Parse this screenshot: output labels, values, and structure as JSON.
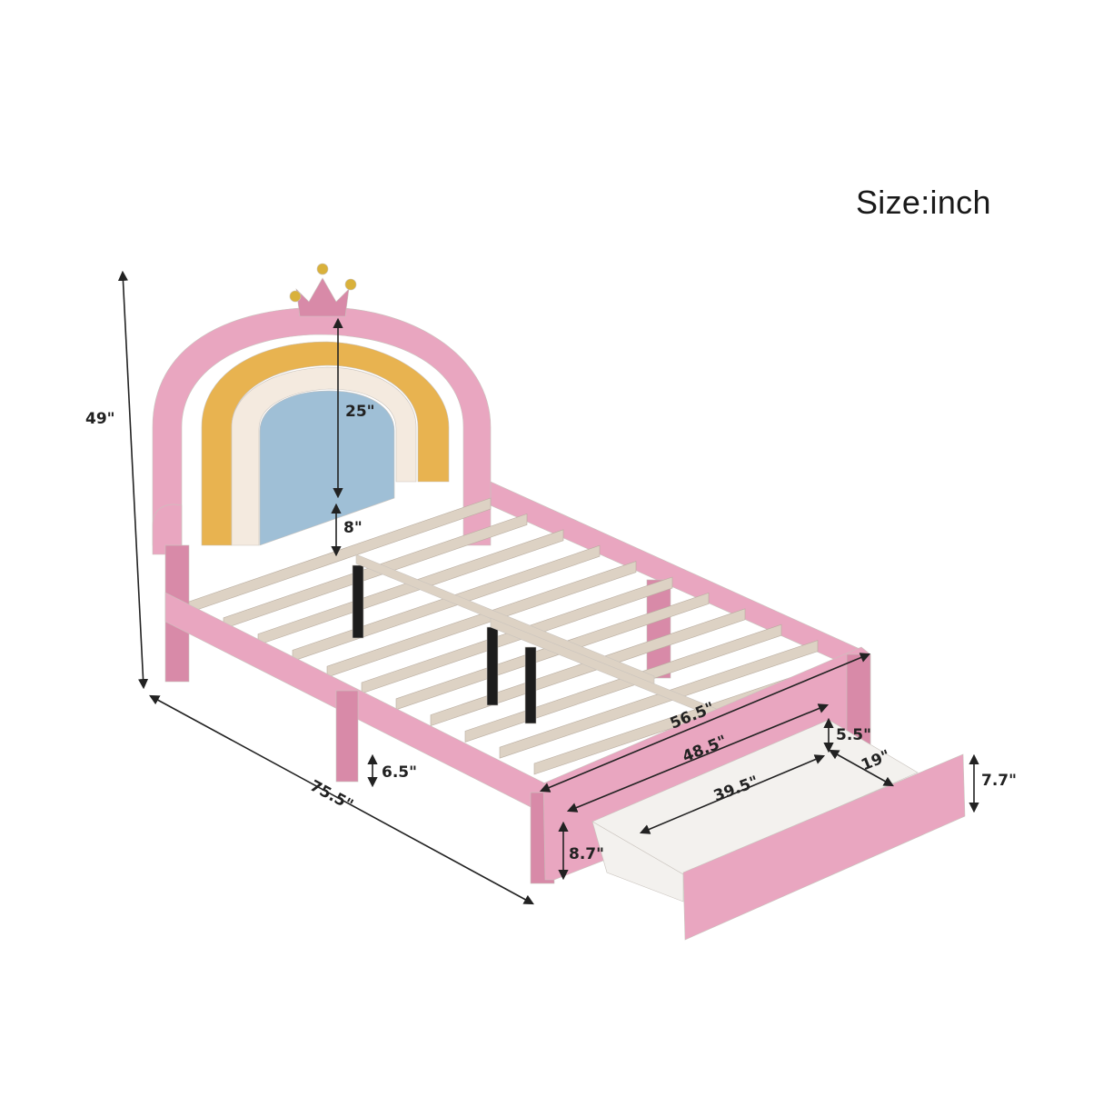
{
  "title": "Size:inch",
  "colors": {
    "frame_pink": "#e9a6c0",
    "frame_pink_dark": "#d88aa8",
    "rainbow_yellow": "#e8b350",
    "rainbow_cream": "#f4eadf",
    "rainbow_blue": "#9fbfd6",
    "slat": "#ddd2c4",
    "leg_black": "#1d1d1d",
    "crown_gold": "#d9b13b",
    "drawer_white": "#f3f1ee"
  },
  "dimensions": {
    "total_height": "49\"",
    "headboard_height": "25\"",
    "headboard_gap": "8\"",
    "length": "75.5\"",
    "width_outer": "56.5\"",
    "width_inner": "48.5\"",
    "leg_clearance": "6.5\"",
    "side_rail_height": "8.7\"",
    "drawer_length": "39.5\"",
    "drawer_depth": "19\"",
    "drawer_inner_height": "5.5\"",
    "drawer_front_height": "7.7\""
  }
}
